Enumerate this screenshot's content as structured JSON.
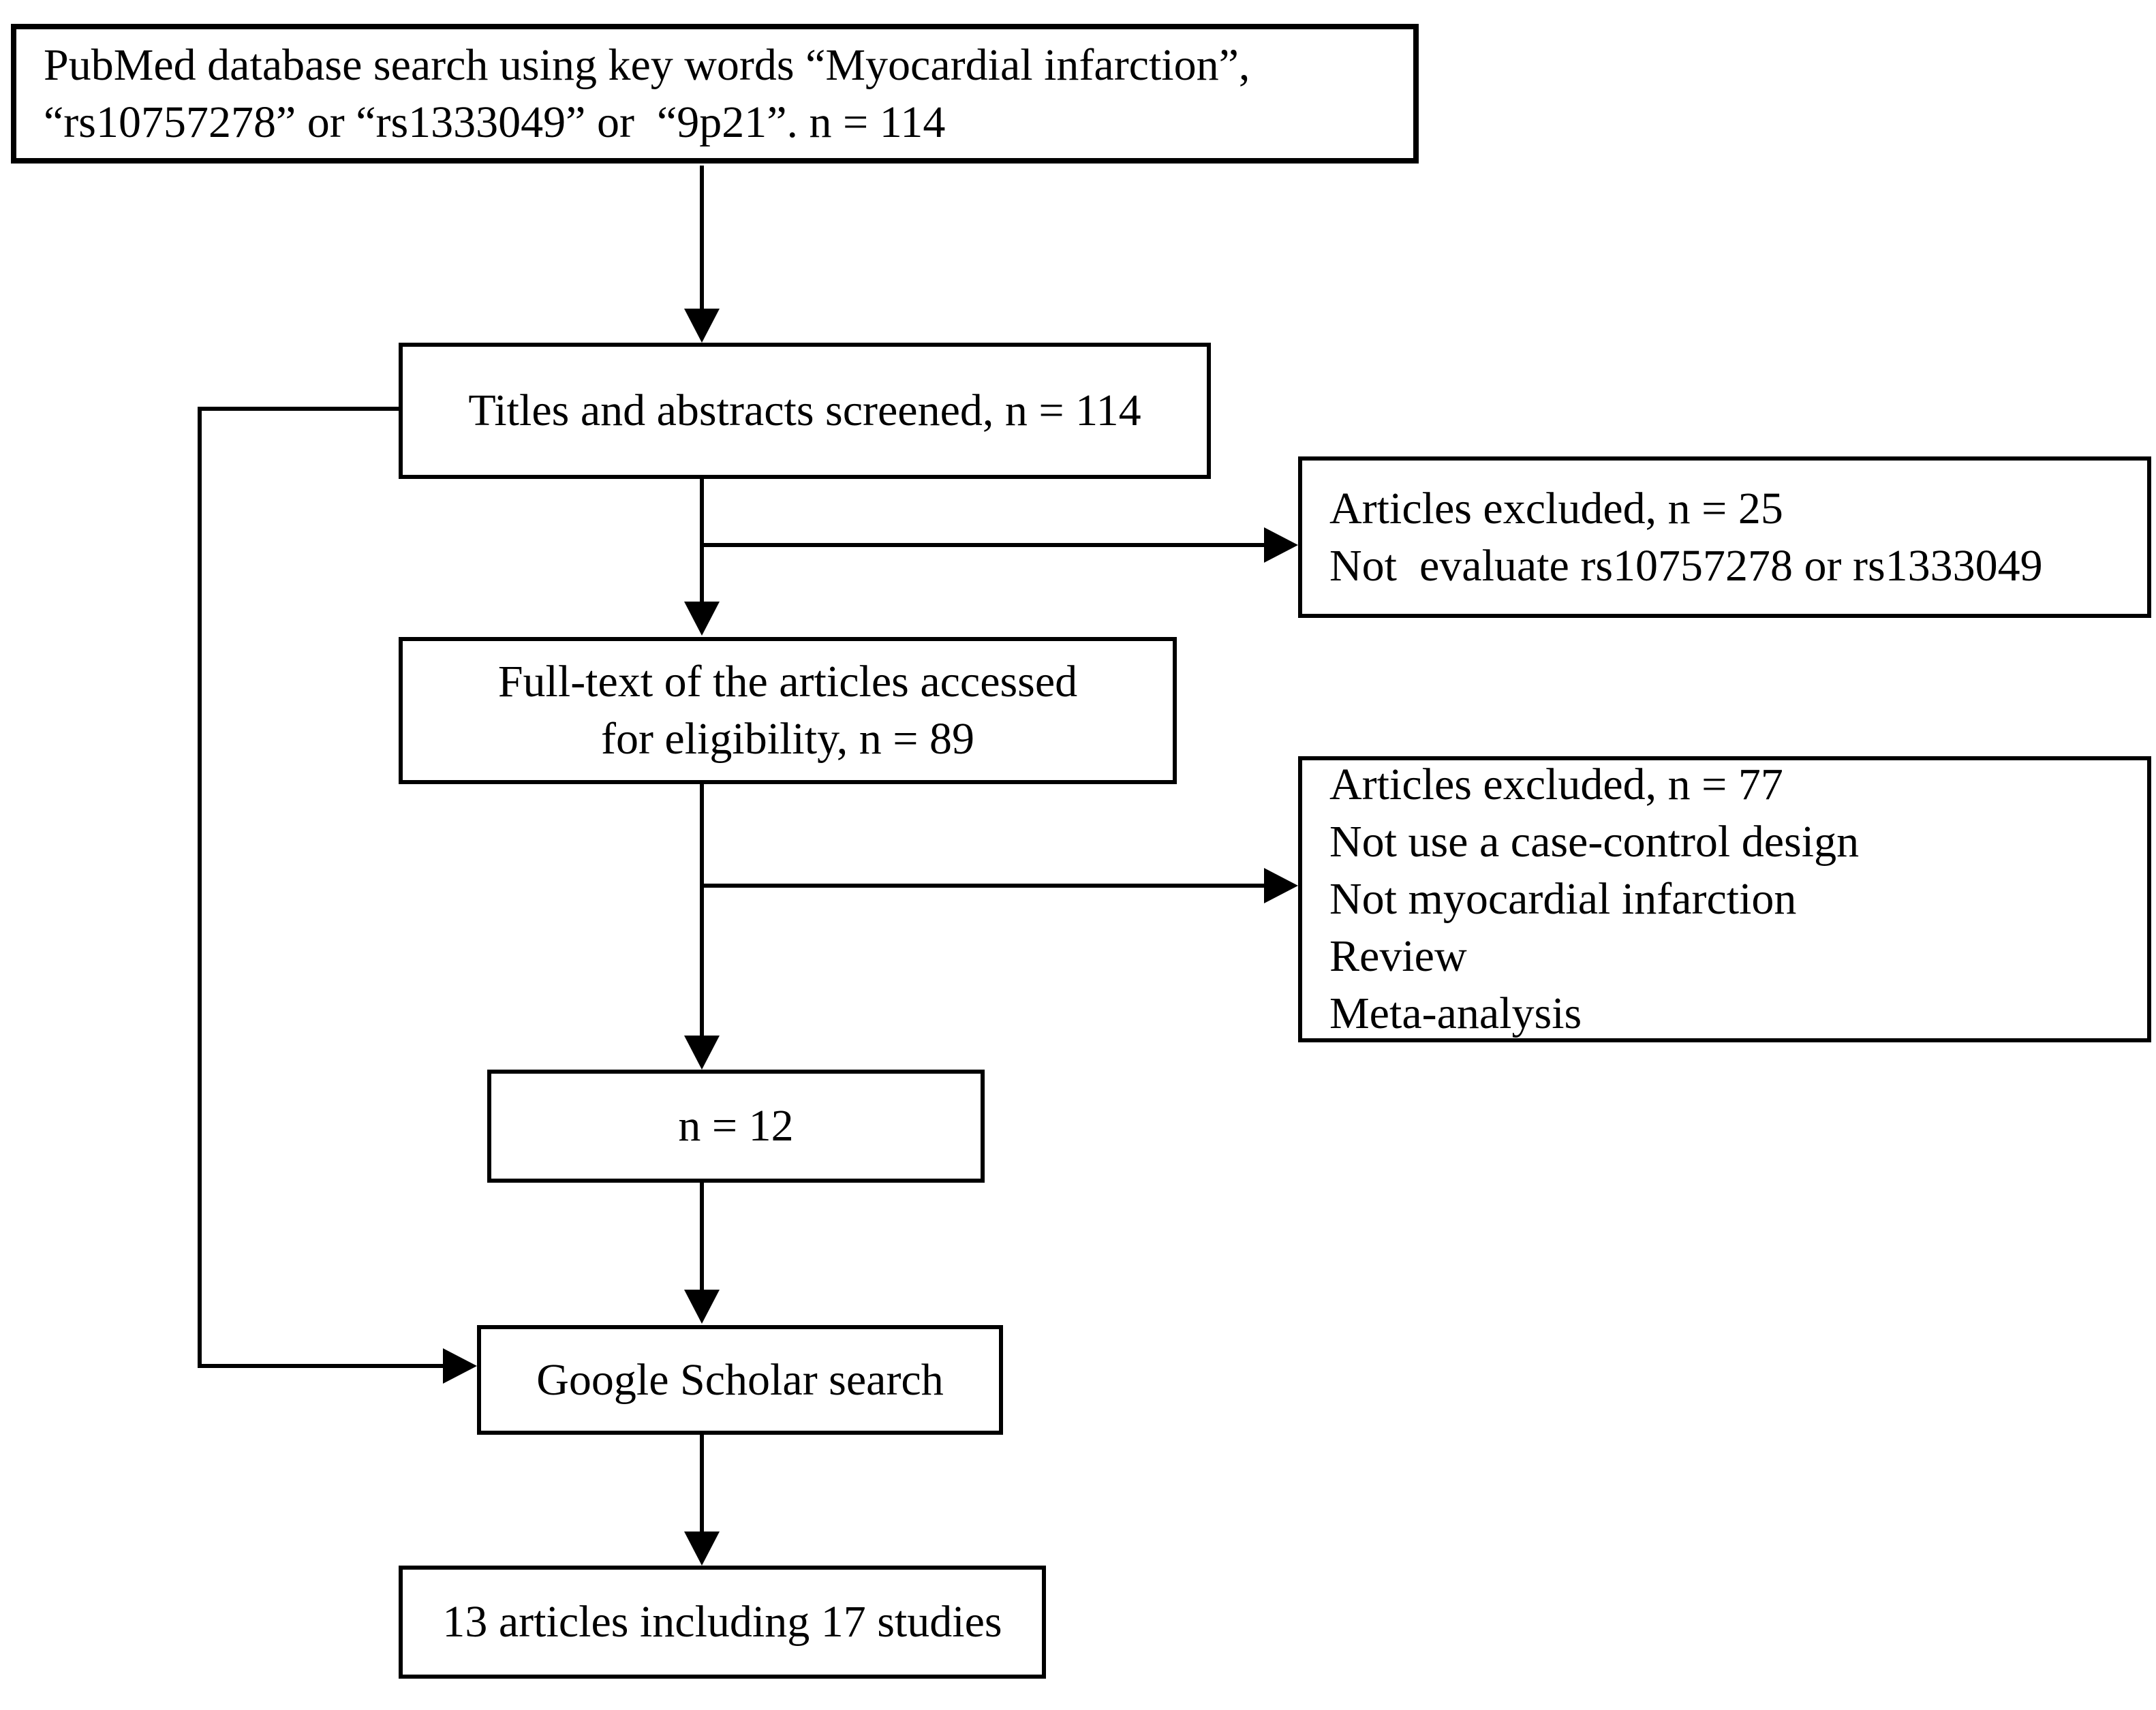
{
  "diagram": {
    "type": "flowchart",
    "colors": {
      "line": "#000000",
      "background": "#ffffff",
      "text": "#000000"
    },
    "nodes": {
      "pubmed": {
        "lines": [
          "PubMed database search using key words “Myocardial infarction”,",
          "“rs10757278” or “rs1333049” or  “9p21”. n = 114"
        ]
      },
      "screened": {
        "label": "Titles and abstracts screened, n = 114"
      },
      "excluded1": {
        "lines": [
          "Articles excluded, n = 25",
          "Not  evaluate rs10757278 or rs1333049"
        ]
      },
      "fulltext": {
        "lines": [
          "Full-text of the articles accessed",
          "for eligibility, n = 89"
        ]
      },
      "excluded2": {
        "lines": [
          "Articles excluded, n = 77",
          "Not use a case-control design",
          "Not myocardial infarction",
          "Review",
          "Meta-analysis"
        ]
      },
      "n12": {
        "label": "n = 12"
      },
      "google": {
        "label": "Google Scholar search"
      },
      "final": {
        "label": "13 articles including 17 studies"
      }
    }
  }
}
